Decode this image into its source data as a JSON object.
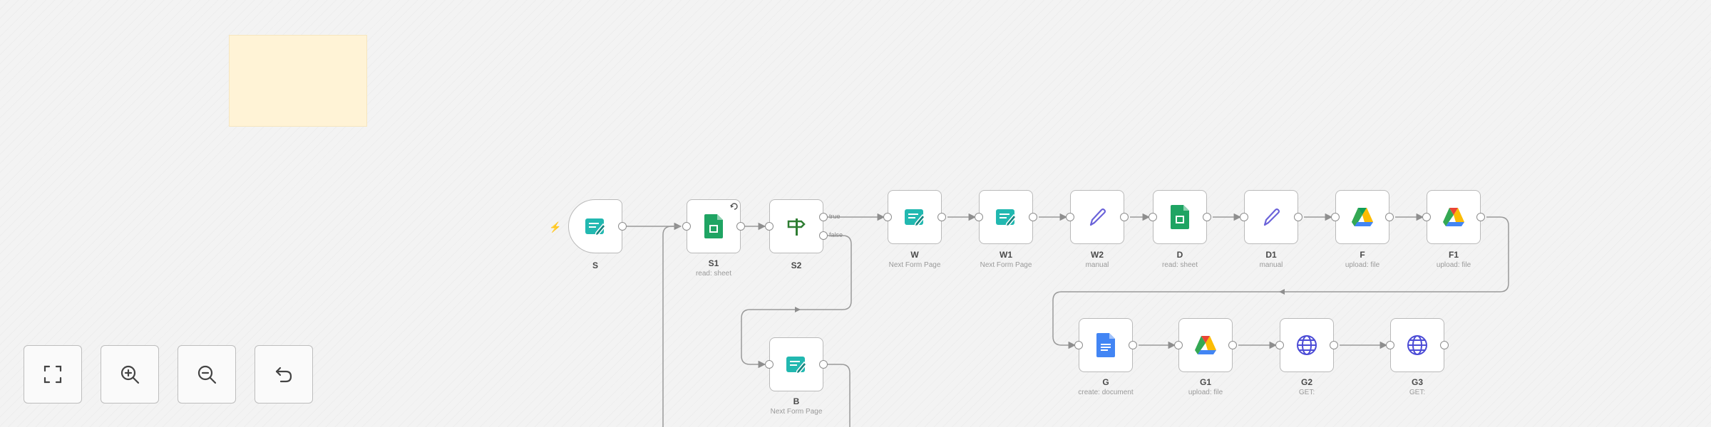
{
  "nodes": {
    "s": {
      "name": "S",
      "sub": "",
      "icon": "form-icon"
    },
    "s1": {
      "name": "S1",
      "sub": "read: sheet",
      "icon": "google-sheets-icon"
    },
    "s2": {
      "name": "S2",
      "sub": "",
      "icon": "if-signpost-icon"
    },
    "b": {
      "name": "B",
      "sub": "Next Form Page",
      "icon": "form-icon"
    },
    "w": {
      "name": "W",
      "sub": "Next Form Page",
      "icon": "form-icon"
    },
    "w1": {
      "name": "W1",
      "sub": "Next Form Page",
      "icon": "form-icon"
    },
    "w2": {
      "name": "W2",
      "sub": "manual",
      "icon": "pencil-icon"
    },
    "d": {
      "name": "D",
      "sub": "read: sheet",
      "icon": "google-sheets-icon"
    },
    "d1": {
      "name": "D1",
      "sub": "manual",
      "icon": "pencil-icon"
    },
    "f": {
      "name": "F",
      "sub": "upload: file",
      "icon": "google-drive-icon"
    },
    "f1": {
      "name": "F1",
      "sub": "upload: file",
      "icon": "google-drive-icon"
    },
    "g": {
      "name": "G",
      "sub": "create: document",
      "icon": "google-docs-icon"
    },
    "g1": {
      "name": "G1",
      "sub": "upload: file",
      "icon": "google-drive-icon"
    },
    "g2": {
      "name": "G2",
      "sub": "GET:",
      "icon": "globe-icon"
    },
    "g3": {
      "name": "G3",
      "sub": "GET:",
      "icon": "globe-icon"
    }
  },
  "branches": {
    "true_label": "true",
    "false_label": "false"
  },
  "controls": {
    "fit_view": "fit-view-icon",
    "zoom_in": "zoom-in-icon",
    "zoom_out": "zoom-out-icon",
    "undo": "undo-icon"
  },
  "colors": {
    "sticky_note": "#fff3d6",
    "trigger_bolt": "#ff6d5a",
    "form_teal": "#22b8b0",
    "sheets_green": "#1fa463",
    "docs_blue": "#4285f4",
    "if_green": "#2e7d32",
    "pencil_purple": "#6b63d9",
    "globe_indigo": "#4b4bd6"
  }
}
